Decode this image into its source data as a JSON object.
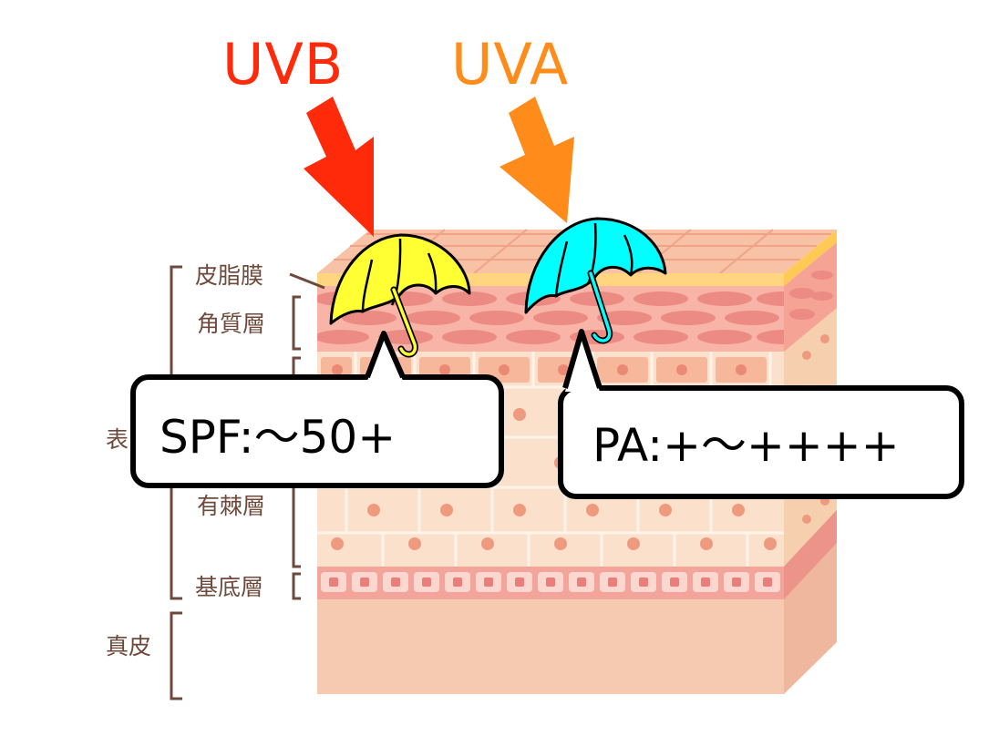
{
  "uv_labels": {
    "uvb": "UVB",
    "uva": "UVA",
    "uvb_color": "#ff2a0a",
    "uva_color": "#ff8c1a"
  },
  "layers": {
    "sebum_film": "皮脂膜",
    "stratum_corneum": "角質層",
    "epidermis_partial": "表",
    "spinous_layer": "有棘層",
    "basal_layer": "基底層",
    "dermis": "真皮"
  },
  "protection": {
    "spf_text": "SPF:〜50+",
    "pa_text": "PA:+〜++++",
    "spf_umbrella_color": "#ffff33",
    "pa_umbrella_color": "#00ffff",
    "spf_umbrella_icon": "umbrella-icon",
    "pa_umbrella_icon": "umbrella-icon"
  }
}
